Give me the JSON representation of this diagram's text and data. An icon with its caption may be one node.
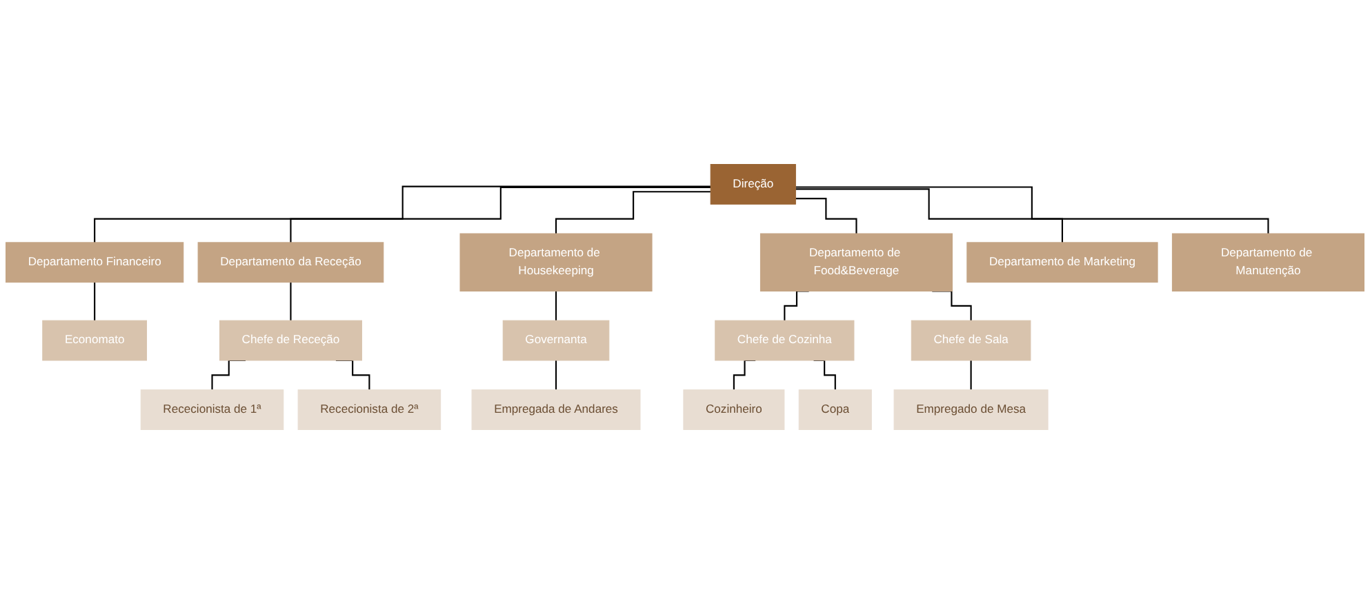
{
  "diagram": {
    "nodes": [
      {
        "text": [
          "Direção"
        ]
      },
      {
        "text": [
          "Departamento Financeiro"
        ]
      },
      {
        "text": [
          "Departamento da Receção"
        ]
      },
      {
        "text": [
          "Departamento de Housekeeping"
        ]
      },
      {
        "text": [
          "Departamento de Food&Beverage"
        ]
      },
      {
        "text": [
          "Departamento de Marketing"
        ]
      },
      {
        "text": [
          "Departamento de Manutenção"
        ]
      },
      {
        "text": [
          "Economato"
        ]
      },
      {
        "text": [
          "Chefe de Receção"
        ]
      },
      {
        "text": [
          "Governanta"
        ]
      },
      {
        "text": [
          "Chefe de Cozinha"
        ]
      },
      {
        "text": [
          "Chefe de Sala"
        ]
      },
      {
        "text": [
          "Rececionista de 1ª"
        ]
      },
      {
        "text": [
          "Rececionista de 2ª"
        ]
      },
      {
        "text": [
          "Empregada de Andares"
        ]
      },
      {
        "text": [
          "Cozinheiro"
        ]
      },
      {
        "text": [
          "Copa"
        ]
      },
      {
        "text": [
          "Empregado de Mesa"
        ]
      }
    ],
    "edges": [
      {
        "from": 0,
        "to": 1,
        "arrow": "none"
      },
      {
        "from": 0,
        "to": 2,
        "arrow": "none"
      },
      {
        "from": 0,
        "to": 3,
        "arrow": "none"
      },
      {
        "from": 0,
        "to": 4,
        "arrow": "none"
      },
      {
        "from": 0,
        "to": 5,
        "arrow": "none"
      },
      {
        "from": 0,
        "to": 6,
        "arrow": "none"
      },
      {
        "from": 1,
        "to": 7,
        "arrow": "none"
      },
      {
        "from": 2,
        "to": 8,
        "arrow": "none"
      },
      {
        "from": 3,
        "to": 9,
        "arrow": "none"
      },
      {
        "from": 4,
        "to": 10,
        "arrow": "none"
      },
      {
        "from": 4,
        "to": 11,
        "arrow": "none"
      },
      {
        "from": 8,
        "to": 12,
        "arrow": "none"
      },
      {
        "from": 8,
        "to": 13,
        "arrow": "none"
      },
      {
        "from": 9,
        "to": 14,
        "arrow": "none"
      },
      {
        "from": 10,
        "to": 15,
        "arrow": "none"
      },
      {
        "from": 10,
        "to": 16,
        "arrow": "none"
      },
      {
        "from": 11,
        "to": 17,
        "arrow": "none"
      }
    ]
  }
}
